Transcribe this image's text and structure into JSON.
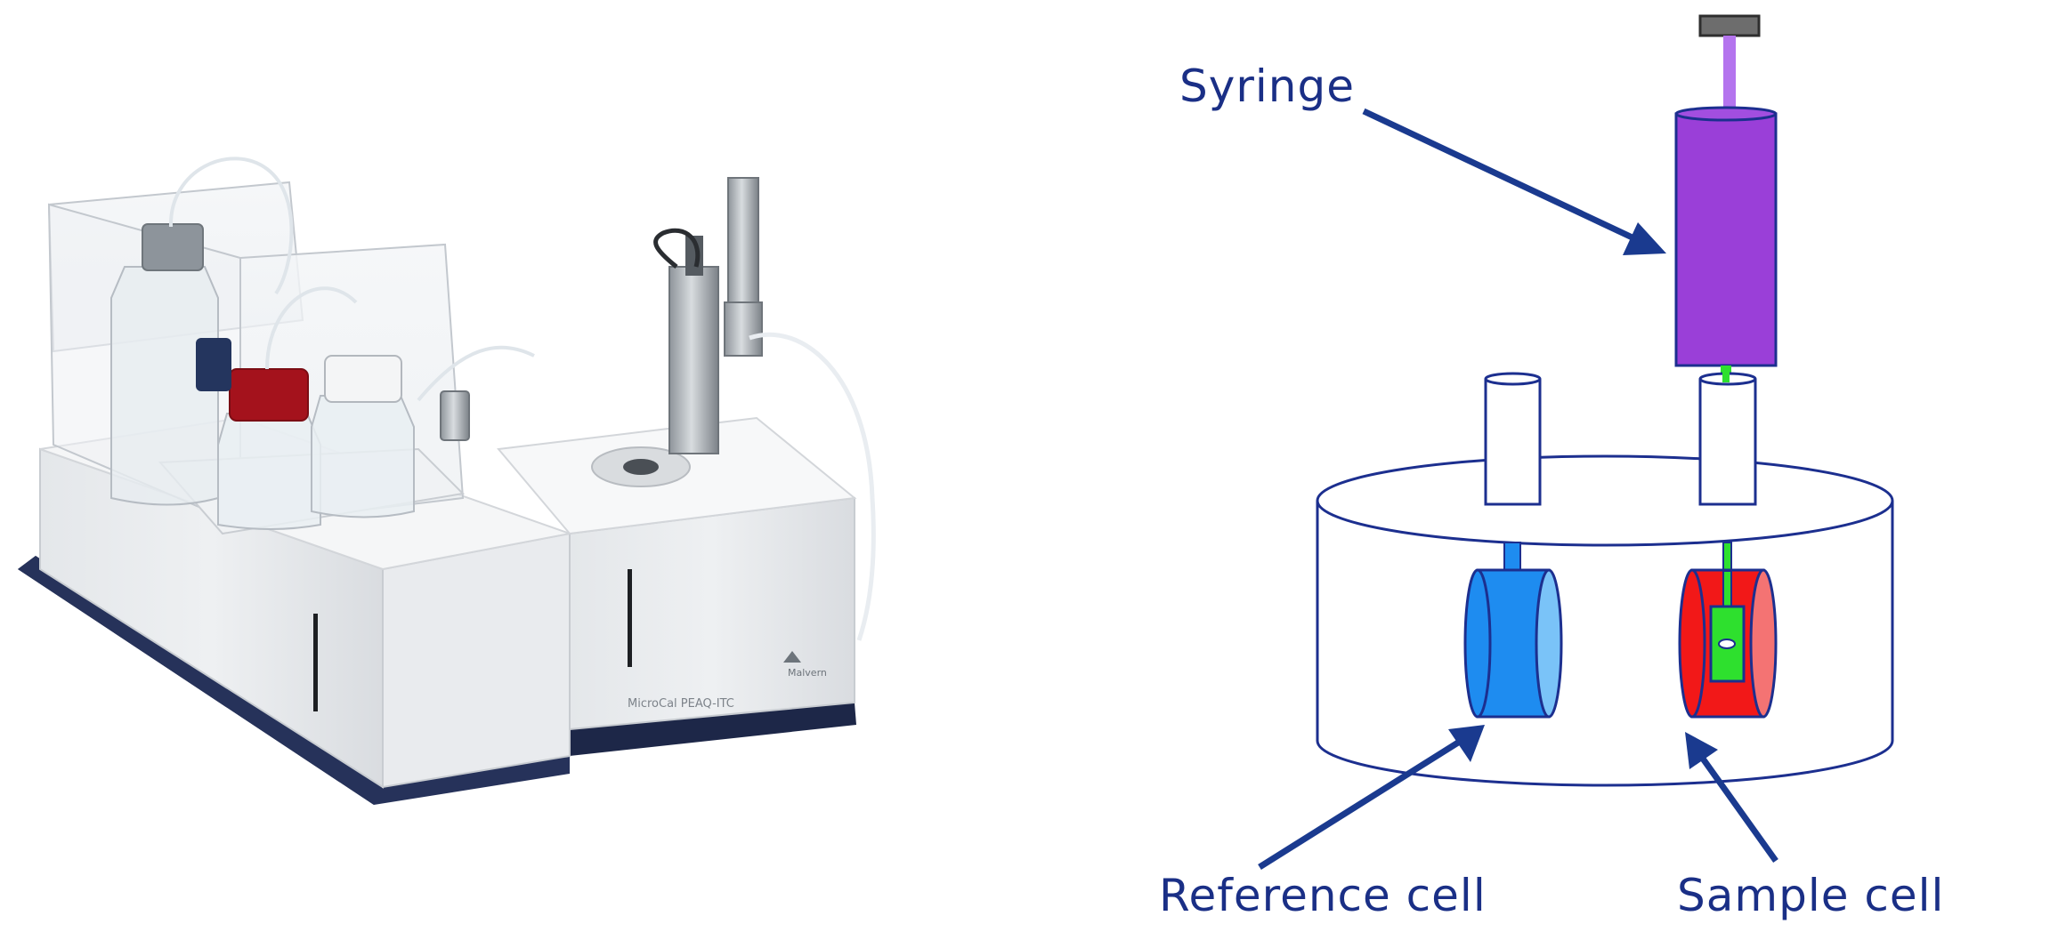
{
  "labels": {
    "syringe": "Syringe",
    "reference_cell": "Reference cell",
    "sample_cell": "Sample cell"
  },
  "instrument_photo": {
    "model_text": "MicroCal PEAQ-ITC",
    "brand_text": "Malvern"
  },
  "colors": {
    "label_navy": "#1a2f86",
    "arrow_navy": "#1a3a8f",
    "syringe_purple": "#9a3fd8",
    "plunger_violet": "#b474ee",
    "needle_green": "#2ee02e",
    "reference_blue": "#1e8cf0",
    "sample_red": "#f21818",
    "outline_blue": "#1c2f8f"
  }
}
